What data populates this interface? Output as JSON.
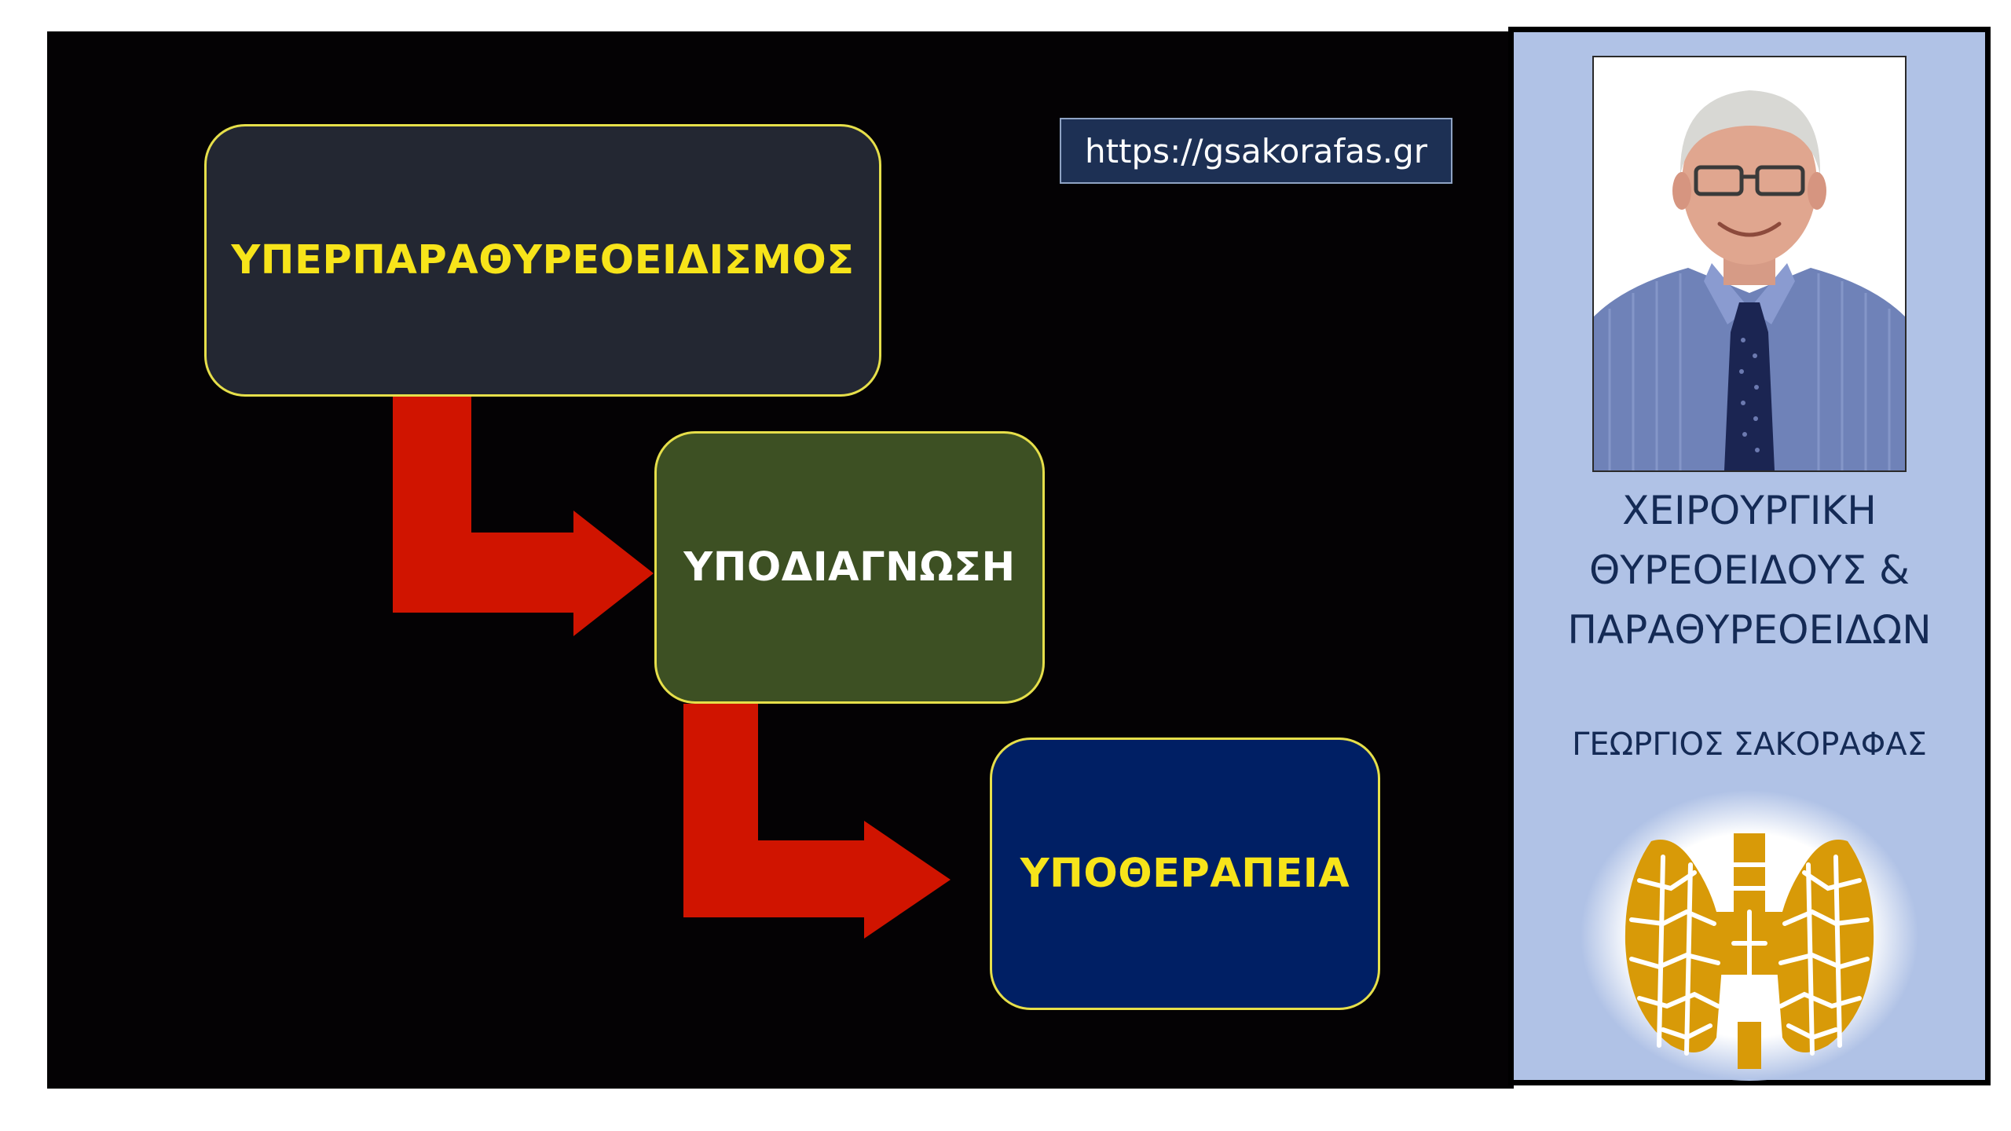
{
  "slide": {
    "url": "https://gsakorafas.gr",
    "boxes": [
      {
        "label": "ΥΠΕΡΠΑΡΑΘΥΡΕΟΕΙΔΙΣΜΟΣ",
        "fill": "#232732",
        "text_color": "#f7e41a"
      },
      {
        "label": "ΥΠΟΔΙΑΓΝΩΣΗ",
        "fill": "#3d5023",
        "text_color": "#ffffff"
      },
      {
        "label": "ΥΠΟΘΕΡΑΠΕΙΑ",
        "fill": "#001f64",
        "text_color": "#f7e41a"
      }
    ],
    "box_border_color": "#e6df4a",
    "arrow_color": "#d01400"
  },
  "sidebar": {
    "title_lines": [
      "ΧΕΙΡΟΥΡΓΙΚΗ",
      "ΘΥΡΕΟΕΙΔΟΥΣ &",
      "ΠΑΡΑΘΥΡΕΟΕΙΔΩΝ"
    ],
    "author": "ΓΕΩΡΓΙΟΣ ΣΑΚΟΡΑΦΑΣ",
    "background": "#b0c2e6",
    "text_color": "#142a55",
    "logo_color": "#d89a08"
  }
}
